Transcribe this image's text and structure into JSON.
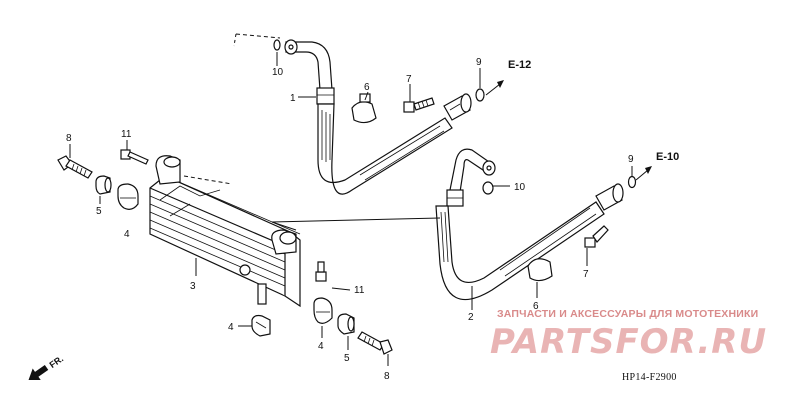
{
  "callouts": {
    "c1": "1",
    "c2": "2",
    "c3": "3",
    "c4a": "4",
    "c4b": "4",
    "c4c": "4",
    "c5a": "5",
    "c5b": "5",
    "c6a": "6",
    "c6b": "6",
    "c7a": "7",
    "c7b": "7",
    "c8a": "8",
    "c8b": "8",
    "c9a": "9",
    "c9b": "9",
    "c10a": "10",
    "c10b": "10",
    "c11a": "11",
    "c11b": "11"
  },
  "refs": {
    "upper": "E-12",
    "lower": "E-10"
  },
  "front_marker": "FR.",
  "diagram_code": "HP14-F2900",
  "watermark": {
    "tagline": "ЗАПЧАСТИ И АКСЕССУАРЫ ДЛЯ МОТОТЕХНИКИ",
    "brand": "PARTSFOR.RU",
    "color": "#e9b4b4"
  }
}
